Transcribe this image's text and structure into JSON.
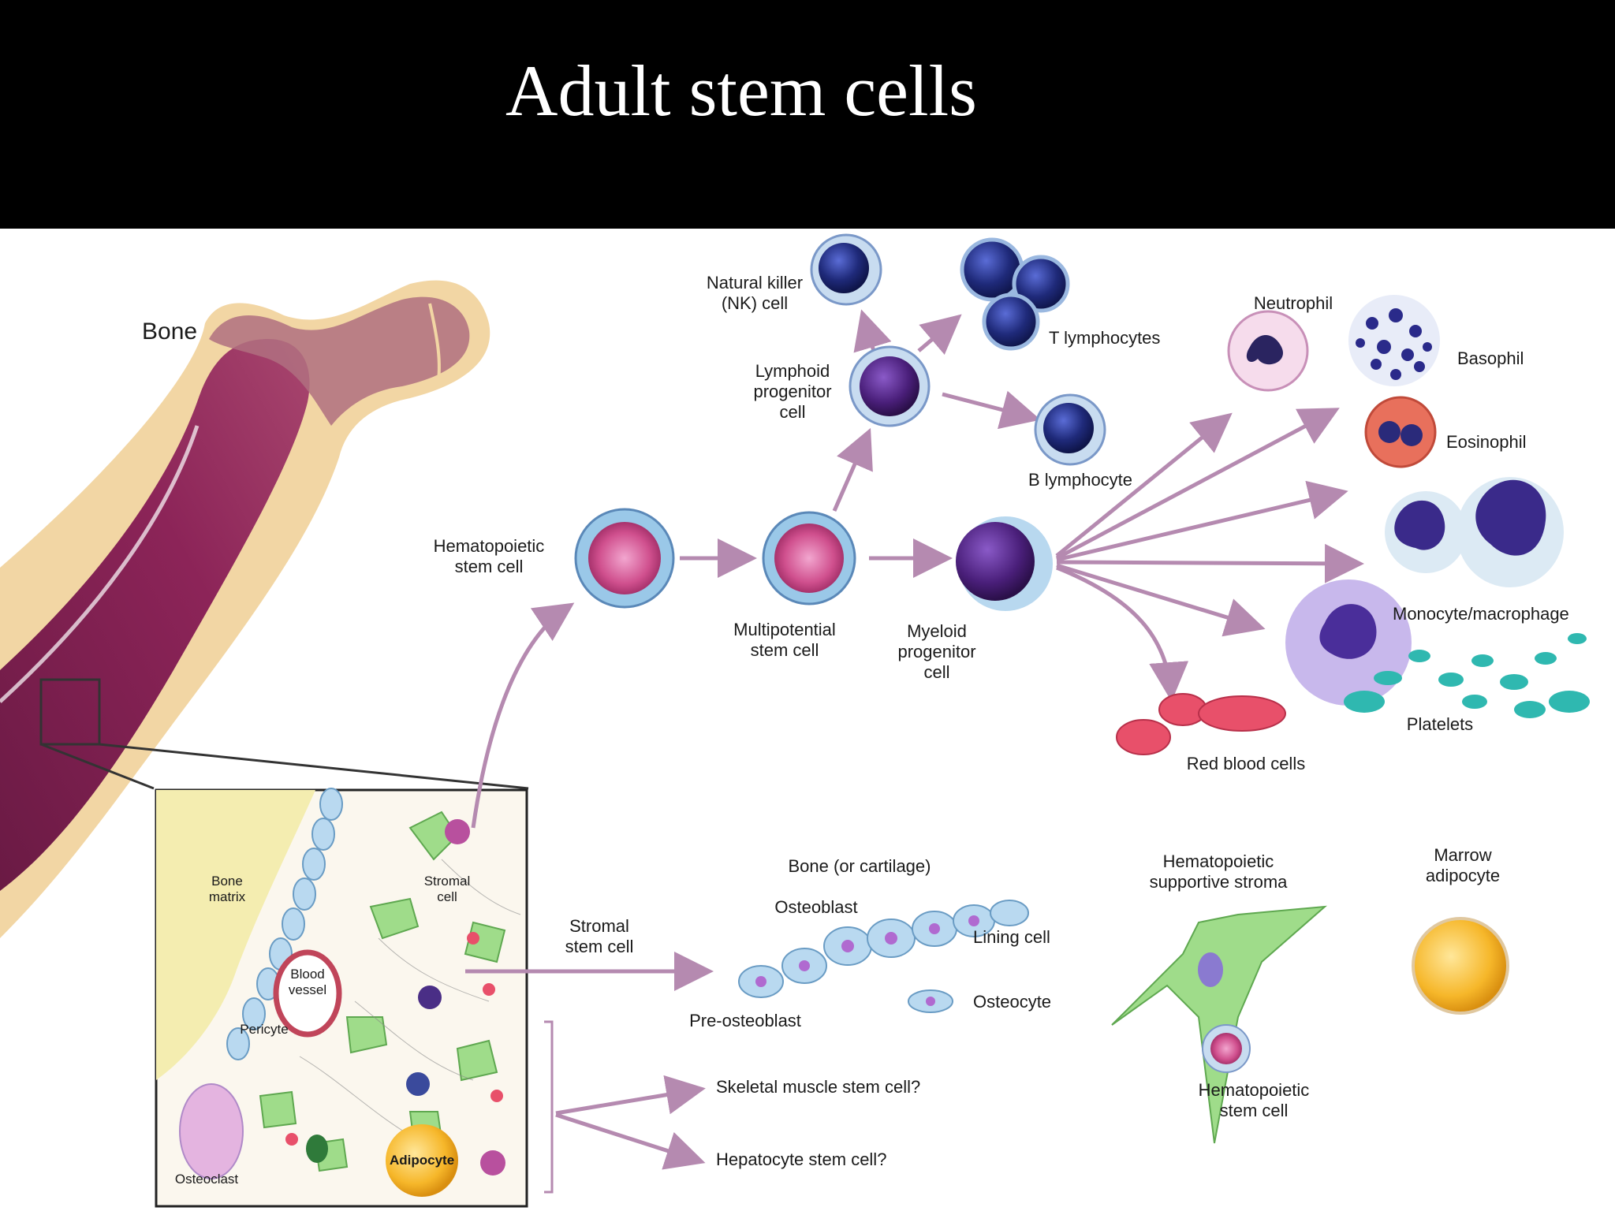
{
  "slide": {
    "title": "Adult stem cells"
  },
  "labels": {
    "bone": "Bone",
    "natural_killer": "Natural killer\n(NK) cell",
    "t_lymphocytes": "T lymphocytes",
    "lymphoid_progenitor": "Lymphoid\nprogenitor\ncell",
    "b_lymphocyte": "B lymphocyte",
    "hematopoietic_stem_cell": "Hematopoietic\nstem cell",
    "multipotential_stem_cell": "Multipotential\nstem cell",
    "myeloid_progenitor": "Myeloid\nprogenitor\ncell",
    "neutrophil": "Neutrophil",
    "basophil": "Basophil",
    "eosinophil": "Eosinophil",
    "monocyte_macrophage": "Monocyte/macrophage",
    "platelets": "Platelets",
    "red_blood_cells": "Red blood cells",
    "bone_matrix": "Bone\nmatrix",
    "stromal_cell": "Stromal\ncell",
    "blood_vessel": "Blood\nvessel",
    "pericyte": "Pericyte",
    "osteoclast": "Osteoclast",
    "adipocyte": "Adipocyte",
    "stromal_stem_cell": "Stromal\nstem cell",
    "bone_or_cartilage": "Bone (or cartilage)",
    "osteoblast": "Osteoblast",
    "lining_cell": "Lining cell",
    "osteocyte": "Osteocyte",
    "pre_osteoblast": "Pre-osteoblast",
    "skeletal_muscle": "Skeletal muscle stem cell?",
    "hepatocyte": "Hepatocyte stem cell?",
    "supportive_stroma": "Hematopoietic\nsupportive stroma",
    "marrow_adipocyte": "Marrow\nadipocyte",
    "hematopoietic_stem_cell_2": "Hematopoietic\nstem cell"
  },
  "colors": {
    "background": "#000000",
    "title_text": "#ffffff",
    "panel": "#ffffff",
    "arrow": "#b58ab0",
    "marrow": "#8c2458",
    "bone_cortex": "#f2d6a4",
    "lymphocyte_blue": "#1f2a7a",
    "stem_cell_pink": "#d0508e",
    "stroma_green": "#9fdc8a",
    "red_blood_cell": "#e8506a",
    "platelet_teal": "#2fb8b0",
    "adipocyte_yellow": "#f6b72a",
    "osteoblast_blue": "#b9d9f0"
  }
}
